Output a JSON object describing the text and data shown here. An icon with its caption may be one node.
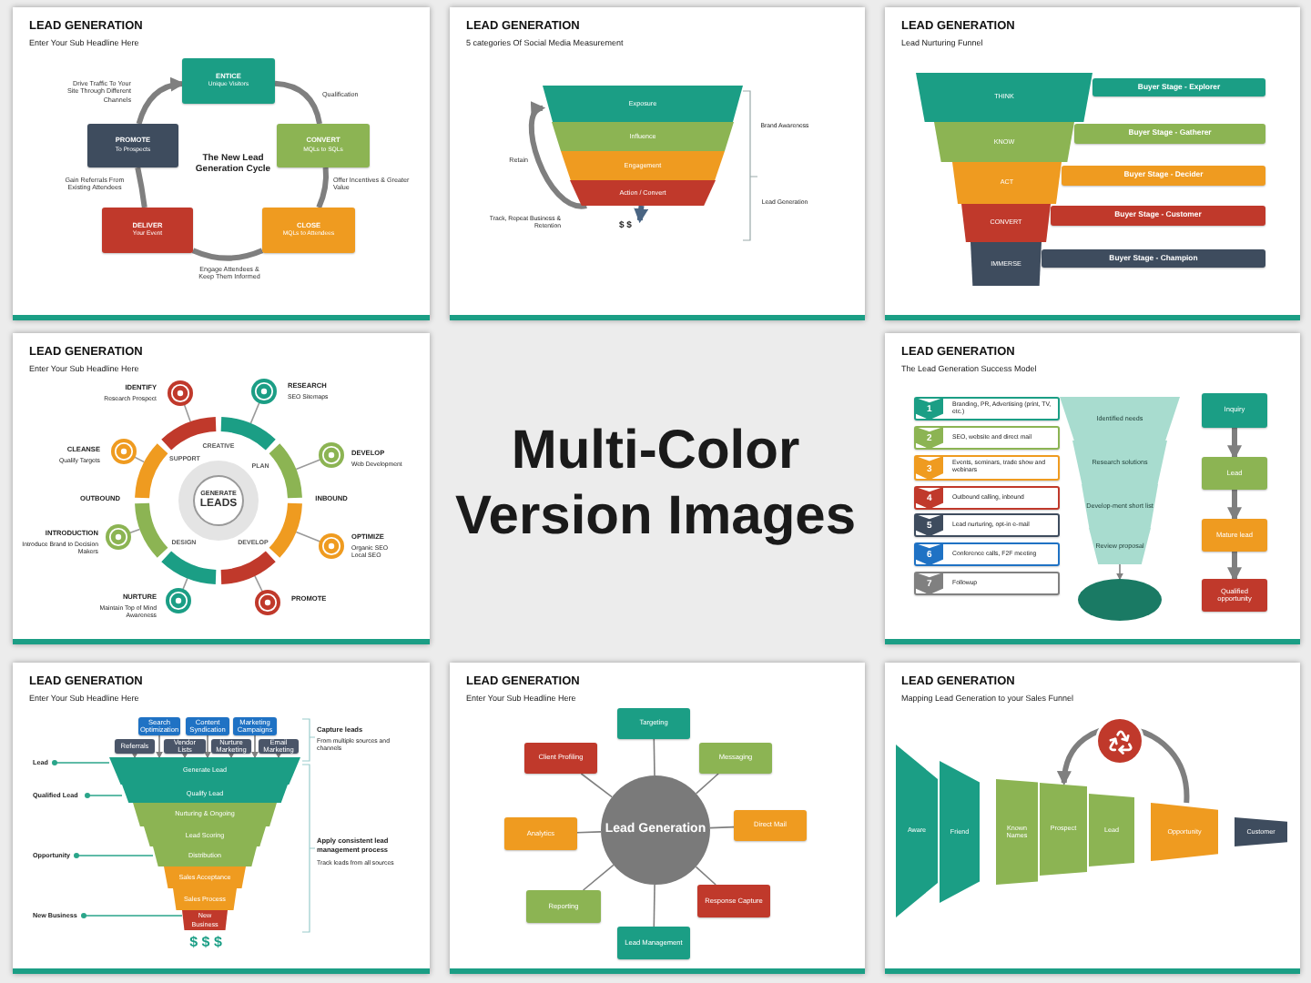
{
  "diagram": {
    "nodes": [
      {
        "text": [
          "LEAD GENERATION",
          "Enter Your Sub Headline Here"
        ]
      },
      {
        "text": [
          "ENTICE",
          "Unique Visitors"
        ],
        "in": 0
      },
      {
        "text": [
          "CONVERT",
          "MQLs to SQLs"
        ],
        "in": 0
      },
      {
        "text": [
          "CLOSE",
          "MQLs to Attendees"
        ],
        "in": 0
      },
      {
        "text": [
          "DELIVER",
          "Your Event"
        ],
        "in": 0
      },
      {
        "text": [
          "PROMOTE",
          "To Prospects"
        ],
        "in": 0
      },
      {
        "text": [
          "LEAD GENERATION",
          "5 categories Of Social Media Measurement"
        ]
      },
      {
        "text": [
          "Exposure"
        ],
        "in": 6
      },
      {
        "text": [
          "Influence"
        ],
        "in": 6
      },
      {
        "text": [
          "Engagement"
        ],
        "in": 6
      },
      {
        "text": [
          "Action / Convert"
        ],
        "in": 6
      },
      {
        "text": [
          "$ $"
        ],
        "in": 6
      },
      {
        "text": [
          "LEAD GENERATION",
          "Lead Nurturing Funnel"
        ]
      },
      {
        "text": [
          "THINK"
        ],
        "in": 12
      },
      {
        "text": [
          "KNOW"
        ],
        "in": 12
      },
      {
        "text": [
          "ACT"
        ],
        "in": 12
      },
      {
        "text": [
          "CONVERT"
        ],
        "in": 12
      },
      {
        "text": [
          "IMMERSE"
        ],
        "in": 12
      },
      {
        "text": [
          "Buyer Stage - Explorer"
        ],
        "in": 12
      },
      {
        "text": [
          "Buyer Stage - Gatherer"
        ],
        "in": 12
      },
      {
        "text": [
          "Buyer Stage - Decider"
        ],
        "in": 12
      },
      {
        "text": [
          "Buyer Stage - Customer"
        ],
        "in": 12
      },
      {
        "text": [
          "Buyer Stage - Champion"
        ],
        "in": 12
      },
      {
        "text": [
          "LEAD GENERATION",
          "Enter Your Sub Headline Here"
        ]
      },
      {
        "text": [
          "GENERATE",
          "LEADS"
        ],
        "in": 23
      },
      {
        "text": [
          "LEAD GENERATION",
          "The Lead Generation Success Model"
        ]
      },
      {
        "text": [
          "1",
          "Branding, PR, Advertising (print, TV, etc.)"
        ],
        "in": 25
      },
      {
        "text": [
          "2",
          "SEO, website and direct mail"
        ],
        "in": 25
      },
      {
        "text": [
          "3",
          "Events, seminars, trade show and webinars"
        ],
        "in": 25
      },
      {
        "text": [
          "4",
          "Outbound calling, inbound"
        ],
        "in": 25
      },
      {
        "text": [
          "5",
          "Lead nurturing, opt-in e-mail"
        ],
        "in": 25
      },
      {
        "text": [
          "6",
          "Conference calls, F2F meeting"
        ],
        "in": 25
      },
      {
        "text": [
          "7",
          "Followup"
        ],
        "in": 25
      },
      {
        "text": [
          "Identified needs"
        ],
        "in": 25
      },
      {
        "text": [
          "Research solutions"
        ],
        "in": 25
      },
      {
        "text": [
          "Develop-ment short list"
        ],
        "in": 25
      },
      {
        "text": [
          "Review proposal"
        ],
        "in": 25
      },
      {
        "text": [],
        "shape": "circle",
        "in": 25
      },
      {
        "text": [
          "Inquiry"
        ],
        "in": 25
      },
      {
        "text": [
          "Lead"
        ],
        "in": 25
      },
      {
        "text": [
          "Mature lead"
        ],
        "in": 25
      },
      {
        "text": [
          "Qualified opportunity"
        ],
        "in": 25
      },
      {
        "text": [
          "LEAD GENERATION",
          "Enter Your Sub Headline Here"
        ]
      },
      {
        "text": [
          "Search Optimization"
        ],
        "in": 42
      },
      {
        "text": [
          "Content Syndication"
        ],
        "in": 42
      },
      {
        "text": [
          "Marketing Campaigns"
        ],
        "in": 42
      },
      {
        "text": [
          "Referrals"
        ],
        "in": 42
      },
      {
        "text": [
          "Vendor Lists"
        ],
        "in": 42
      },
      {
        "text": [
          "Nurture Marketing"
        ],
        "in": 42
      },
      {
        "text": [
          "Email Marketing"
        ],
        "in": 42
      },
      {
        "text": [
          "Generate Lead"
        ],
        "in": 42
      },
      {
        "text": [
          "Qualify Lead"
        ],
        "in": 42
      },
      {
        "text": [
          "Nurturing & Ongoing"
        ],
        "in": 42
      },
      {
        "text": [
          "Lead Scoring"
        ],
        "in": 42
      },
      {
        "text": [
          "Distribution"
        ],
        "in": 42
      },
      {
        "text": [
          "Sales Acceptance"
        ],
        "in": 42
      },
      {
        "text": [
          "Sales Process"
        ],
        "in": 42
      },
      {
        "text": [
          "New Business"
        ],
        "in": 42
      },
      {
        "text": [
          "Lead"
        ],
        "in": 42
      },
      {
        "text": [
          "Qualified Lead"
        ],
        "in": 42
      },
      {
        "text": [
          "Opportunity"
        ],
        "in": 42
      },
      {
        "text": [
          "New Business"
        ],
        "in": 42
      },
      {
        "text": [
          "LEAD GENERATION",
          "Enter Your Sub Headline Here"
        ]
      },
      {
        "text": [
          "Lead Generation"
        ],
        "in": 62
      },
      {
        "text": [
          "Targeting"
        ],
        "in": 62
      },
      {
        "text": [
          "Messaging"
        ],
        "in": 62
      },
      {
        "text": [
          "Direct Mail"
        ],
        "in": 62
      },
      {
        "text": [
          "Response Capture"
        ],
        "in": 62
      },
      {
        "text": [
          "Lead Management"
        ],
        "in": 62
      },
      {
        "text": [
          "Reporting"
        ],
        "in": 62
      },
      {
        "text": [
          "Analytics"
        ],
        "in": 62
      },
      {
        "text": [
          "Client Profiling"
        ],
        "in": 62
      },
      {
        "text": [
          "LEAD GENERATION",
          "Mapping Lead Generation to your Sales Funnel"
        ]
      },
      {
        "text": [
          "Aware"
        ],
        "in": 72
      },
      {
        "text": [
          "Friend"
        ],
        "in": 72
      },
      {
        "text": [
          "Known Names"
        ],
        "in": 72
      },
      {
        "text": [
          "Prospect"
        ],
        "in": 72
      },
      {
        "text": [
          "Lead"
        ],
        "in": 72
      },
      {
        "text": [
          "Opportunity"
        ],
        "in": 72
      },
      {
        "text": [
          "Customer"
        ],
        "in": 72
      }
    ],
    "edges": [
      {
        "from": 5,
        "to": 1,
        "arrow": "to",
        "label": "Drive Traffic To Your Site Through Different Channels",
        "style": "thick"
      },
      {
        "from": 1,
        "to": 2,
        "arrow": "none",
        "label": "Qualification",
        "style": "thick"
      },
      {
        "from": 2,
        "to": 3,
        "arrow": "none",
        "label": "Offer Incentives & Greater Value",
        "style": "thick"
      },
      {
        "from": 3,
        "to": 4,
        "arrow": "none",
        "label": "Engage Attendees & Keep Them Informed",
        "style": "thick"
      },
      {
        "from": 4,
        "to": 5,
        "arrow": "none",
        "label": "Gain Referrals From Existing Attendees",
        "style": "thick"
      },
      {
        "from": 10,
        "to": 7,
        "arrow": "to",
        "label": "Retain",
        "style": "thick"
      },
      {
        "from": 10,
        "to": 11,
        "arrow": "to",
        "style": "thick",
        "color": "#4a6583"
      },
      {
        "from": 36,
        "to": 37,
        "arrow": "to"
      },
      {
        "from": 38,
        "to": 39,
        "arrow": "to",
        "style": "thick"
      },
      {
        "from": 39,
        "to": 40,
        "arrow": "to",
        "style": "thick"
      },
      {
        "from": 40,
        "to": 41,
        "arrow": "to",
        "style": "thick"
      },
      {
        "from": 43,
        "to": 50,
        "arrow": "to"
      },
      {
        "from": 44,
        "to": 50,
        "arrow": "to"
      },
      {
        "from": 45,
        "to": 50,
        "arrow": "to"
      },
      {
        "from": 46,
        "to": 50,
        "arrow": "to"
      },
      {
        "from": 47,
        "to": 50,
        "arrow": "to"
      },
      {
        "from": 48,
        "to": 50,
        "arrow": "to"
      },
      {
        "from": 49,
        "to": 50,
        "arrow": "to"
      },
      {
        "from": 58,
        "to": 50,
        "arrow": "other",
        "color": "#2aa58a"
      },
      {
        "from": 59,
        "to": 51,
        "arrow": "other",
        "color": "#2aa58a"
      },
      {
        "from": 60,
        "to": 54,
        "arrow": "other",
        "color": "#2aa58a"
      },
      {
        "from": 61,
        "to": 57,
        "arrow": "other",
        "color": "#2aa58a"
      },
      {
        "from": 63,
        "to": 64,
        "arrow": "none"
      },
      {
        "from": 63,
        "to": 65,
        "arrow": "none"
      },
      {
        "from": 63,
        "to": 66,
        "arrow": "none"
      },
      {
        "from": 63,
        "to": 67,
        "arrow": "none"
      },
      {
        "from": 63,
        "to": 68,
        "arrow": "none"
      },
      {
        "from": 63,
        "to": 69,
        "arrow": "none"
      },
      {
        "from": 63,
        "to": 70,
        "arrow": "none"
      },
      {
        "from": 63,
        "to": 71,
        "arrow": "none"
      },
      {
        "from": 78,
        "to": 76,
        "arrow": "to",
        "style": "thick"
      }
    ],
    "labels": [
      "The New Lead Generation Cycle",
      "Track, Repeat Business & Retention",
      "Brand Awareness",
      "Lead Generation",
      "IDENTIFY",
      "Research Prospect",
      "RESEARCH",
      "SEO Sitemaps",
      "CREATIVE",
      "CLEANSE",
      "Qualify Targets",
      "SUPPORT",
      "PLAN",
      "DEVELOP",
      "Web Development",
      "OUTBOUND",
      "INBOUND",
      "INTRODUCTION",
      "Introduce Brand to Decision Makers",
      "DESIGN",
      "DEVELOP",
      "OPTIMIZE",
      "Organic SEO Local SEO",
      "NURTURE",
      "Maintain Top of Mind Awareness",
      "PROMOTE",
      "Multi-Color Version Images",
      "Capture leads",
      "From multiple sources and channels",
      "Apply consistent lead management process",
      "Track leads from all sources",
      "$ $ $"
    ]
  }
}
